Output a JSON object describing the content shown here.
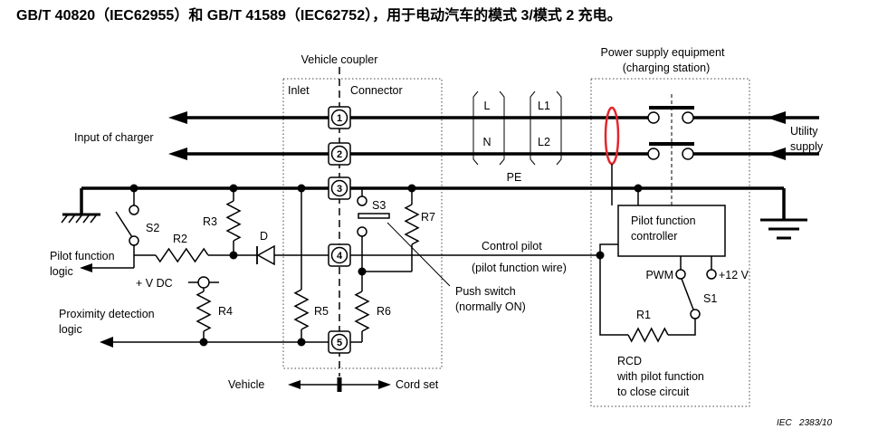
{
  "header": {
    "title": "GB/T 40820（IEC62955）和 GB/T 41589（IEC62752），用于电动汽车的模式 3/模式 2 充电。"
  },
  "coupler": {
    "title": "Vehicle coupler",
    "inlet": "Inlet",
    "connector": "Connector"
  },
  "station": {
    "title_line1": "Power supply equipment",
    "title_line2": "(charging station)",
    "controller_line1": "Pilot function",
    "controller_line2": "controller",
    "pwm": "PWM",
    "plus12v": "+12 V",
    "s1": "S1",
    "r1": "R1",
    "rcd_line1": "RCD",
    "rcd_line2": "with pilot function",
    "rcd_line3": "to close circuit",
    "utility_line1": "Utility",
    "utility_line2": "supply"
  },
  "conductors": {
    "l": "L",
    "l1": "L1",
    "n": "N",
    "l2": "L2",
    "pe": "PE"
  },
  "pins": [
    "1",
    "2",
    "3",
    "4",
    "5"
  ],
  "vehicle": {
    "input_of_charger": "Input of charger",
    "s2": "S2",
    "r3": "R3",
    "r2": "R2",
    "d": "D",
    "pilot_logic_line1": "Pilot function",
    "pilot_logic_line2": "logic",
    "vdc": "+ V DC",
    "r4": "R4",
    "proximity_line1": "Proximity detection",
    "proximity_line2": "logic",
    "r5": "R5"
  },
  "connector_side": {
    "s3": "S3",
    "r7": "R7",
    "r6": "R6",
    "push_switch_line1": "Push switch",
    "push_switch_line2": "(normally ON)"
  },
  "control_pilot": {
    "label": "Control pilot",
    "sublabel": "(pilot function wire)"
  },
  "footer": {
    "vehicle": "Vehicle",
    "cord_set": "Cord set",
    "figure_ref": "IEC   2383/10"
  },
  "colors": {
    "wire": "#000000",
    "highlight": "#e3262b"
  }
}
